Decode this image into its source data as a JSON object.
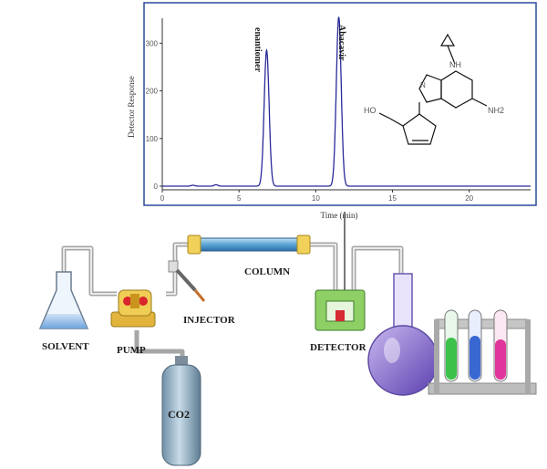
{
  "chromatogram": {
    "ylabel": "Detector Response",
    "xlabel": "Time (min)",
    "yticks": [
      "0",
      "100",
      "200",
      "300"
    ],
    "xticks": [
      "0",
      "5",
      "10",
      "15",
      "20"
    ],
    "peak_labels": [
      "enantiomer",
      "Abacavir"
    ]
  },
  "chart_data": {
    "type": "line",
    "xlabel": "Time (min)",
    "ylabel": "Detector Response",
    "xlim": [
      0,
      24
    ],
    "ylim": [
      -10,
      360
    ],
    "x": [
      0,
      2.0,
      3.5,
      6.5,
      6.8,
      7.1,
      11.0,
      11.5,
      12.0,
      24
    ],
    "y": [
      0,
      2,
      3,
      0,
      285,
      0,
      0,
      355,
      0,
      0
    ],
    "series": [
      {
        "values": [
          0,
          2,
          3,
          0,
          285,
          0,
          0,
          355,
          0,
          0
        ]
      }
    ],
    "annotations": [
      "enantiomer",
      "Abacavir"
    ],
    "grid": false
  },
  "molecule": {
    "atoms": [
      "HO",
      "N",
      "NH",
      "NH2"
    ]
  },
  "apparatus": {
    "solvent": "SOLVENT",
    "pump": "PUMP",
    "injector": "INJECTOR",
    "column": "COLUMN",
    "detector": "DETECTOR",
    "co2": "CO2"
  },
  "colors": {
    "trace": "#2a2a9a",
    "pipe": "#9a9a9a",
    "pump_body": "#e9c24a",
    "detector_body": "#7ec85a",
    "flask_purple": "#7b5cc4",
    "cylinder": "#8fb2c8"
  }
}
